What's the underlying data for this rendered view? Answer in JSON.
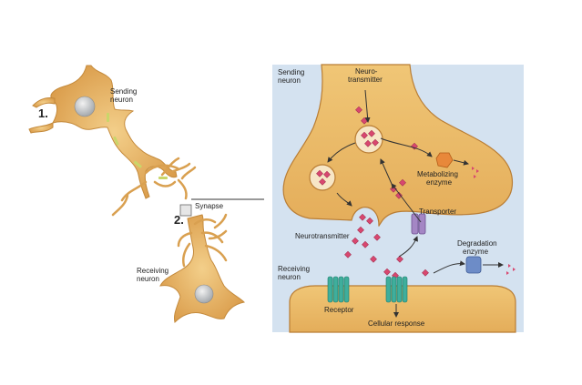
{
  "left_panel": {
    "sending_label_l1": "Sending",
    "sending_label_l2": "neuron",
    "marker_1": "1.",
    "synapse_label": "Synapse",
    "marker_2": "2.",
    "receiving_label_l1": "Receiving",
    "receiving_label_l2": "neuron"
  },
  "right_panel": {
    "sending_label_l1": "Sending",
    "sending_label_l2": "neuron",
    "neurotransmitter_top_l1": "Neuro-",
    "neurotransmitter_top_l2": "transmitter",
    "metabolizing_l1": "Metabolizing",
    "metabolizing_l2": "enzyme",
    "transporter": "Transporter",
    "neurotransmitter_mid": "Neurotransmitter",
    "degradation_l1": "Degradation",
    "degradation_l2": "enzyme",
    "receiving_label_l1": "Receiving",
    "receiving_label_l2": "neuron",
    "receptor": "Receptor",
    "cellular_response": "Cellular response"
  },
  "colors": {
    "neuron_fill": "#e8b867",
    "neuron_dark": "#c48a3c",
    "panel_bg": "#d4e2f0",
    "molecule": "#d8476f",
    "receptor": "#3fae9c",
    "transporter": "#a486c4",
    "degradation_enzyme": "#6d8cc7",
    "metabolizing_enzyme": "#e8883a"
  }
}
